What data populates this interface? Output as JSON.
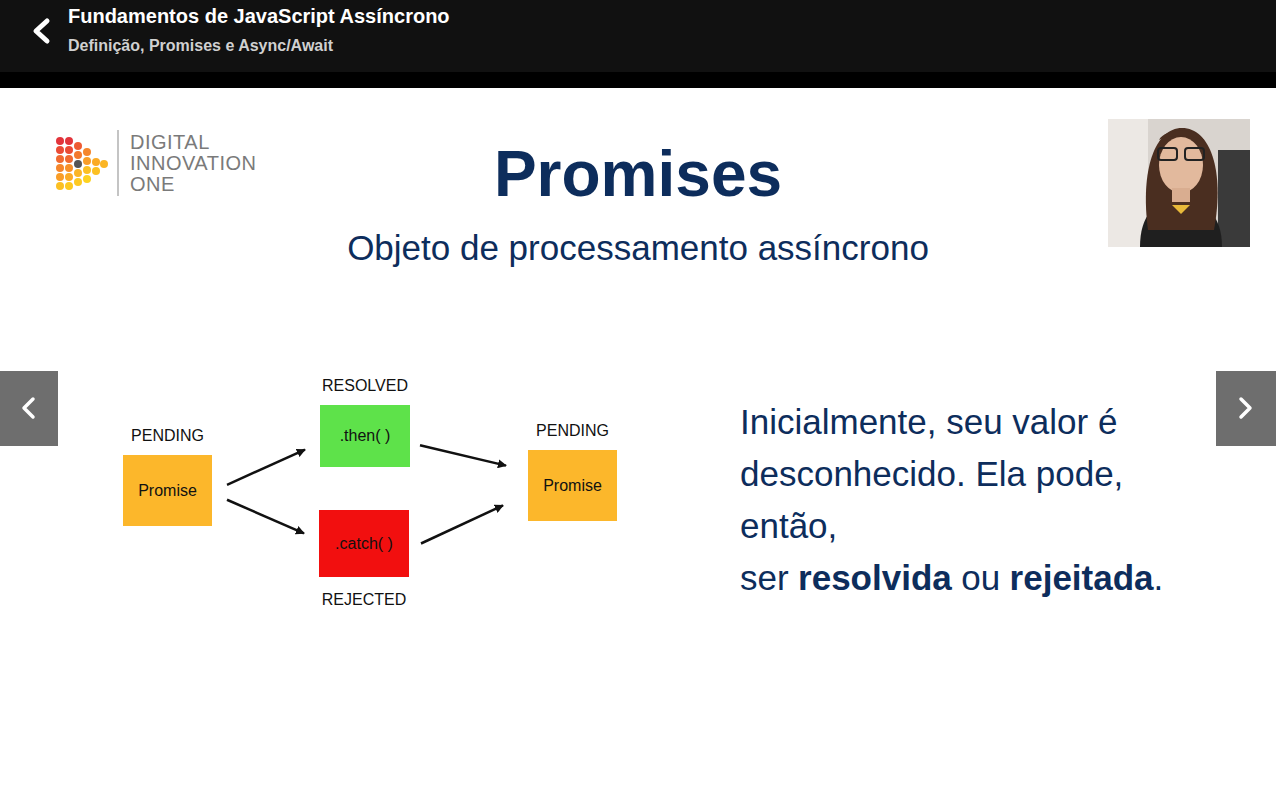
{
  "diagram": {
    "title": "Promises",
    "nodes": [
      {
        "text": [
          "PENDING",
          "Promise"
        ]
      },
      {
        "text": [
          "RESOLVED",
          ".then( )"
        ]
      },
      {
        "text": [
          ".catch( )",
          "REJECTED"
        ]
      },
      {
        "text": [
          "PENDING",
          "Promise"
        ]
      }
    ],
    "edges": [
      {
        "from": 0,
        "to": 1,
        "arrow": "to"
      },
      {
        "from": 0,
        "to": 2,
        "arrow": "to"
      },
      {
        "from": 1,
        "to": 3,
        "arrow": "to"
      },
      {
        "from": 2,
        "to": 3,
        "arrow": "to"
      }
    ],
    "labels": [
      "Fundamentos de JavaScript Assíncrono",
      "Definição, Promises e Async/Await",
      "DIGITAL INNOVATION ONE",
      "Objeto de processamento assíncrono",
      "Inicialmente, seu valor é desconhecido. Ela pode, então, ser",
      "resolvida",
      "ou",
      "rejeitada",
      "."
    ]
  }
}
